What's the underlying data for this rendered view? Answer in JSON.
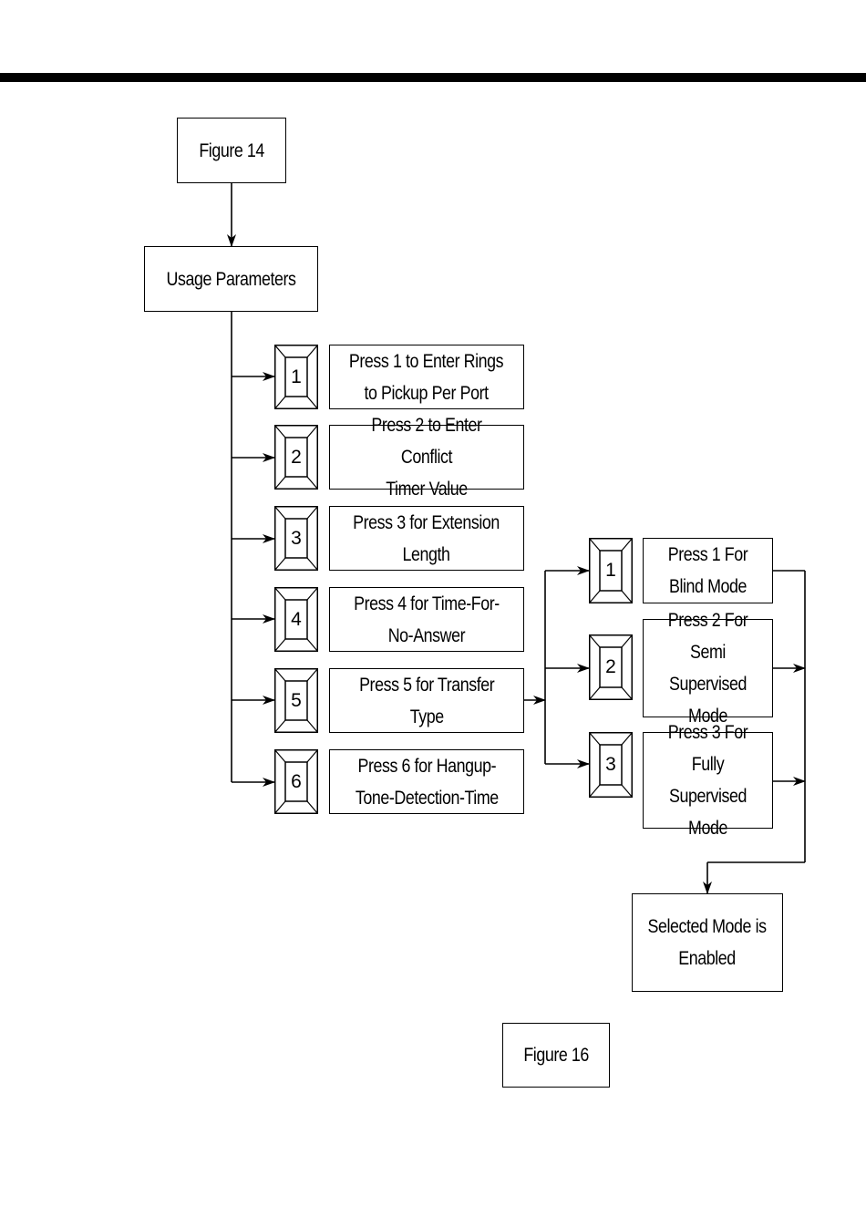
{
  "title_box": "Figure 14",
  "usage_box": "Usage Parameters",
  "menu_options": [
    {
      "key": "1",
      "label": "Press 1 to Enter Rings\nto Pickup Per Port"
    },
    {
      "key": "2",
      "label": "Press 2 to Enter Conflict\nTimer Value"
    },
    {
      "key": "3",
      "label": "Press 3 for Extension\nLength"
    },
    {
      "key": "4",
      "label": "Press 4 for Time-For-\nNo-Answer"
    },
    {
      "key": "5",
      "label": "Press 5 for Transfer\nType"
    },
    {
      "key": "6",
      "label": "Press 6 for Hangup-\nTone-Detection-Time"
    }
  ],
  "transfer_options": [
    {
      "key": "1",
      "label": "Press 1 For\nBlind Mode"
    },
    {
      "key": "2",
      "label": "Press 2 For\nSemi Supervised\nMode"
    },
    {
      "key": "3",
      "label": "Press 3 For\nFully Supervised\nMode"
    }
  ],
  "result_box": "Selected Mode is\nEnabled",
  "footer_box": "Figure 16"
}
